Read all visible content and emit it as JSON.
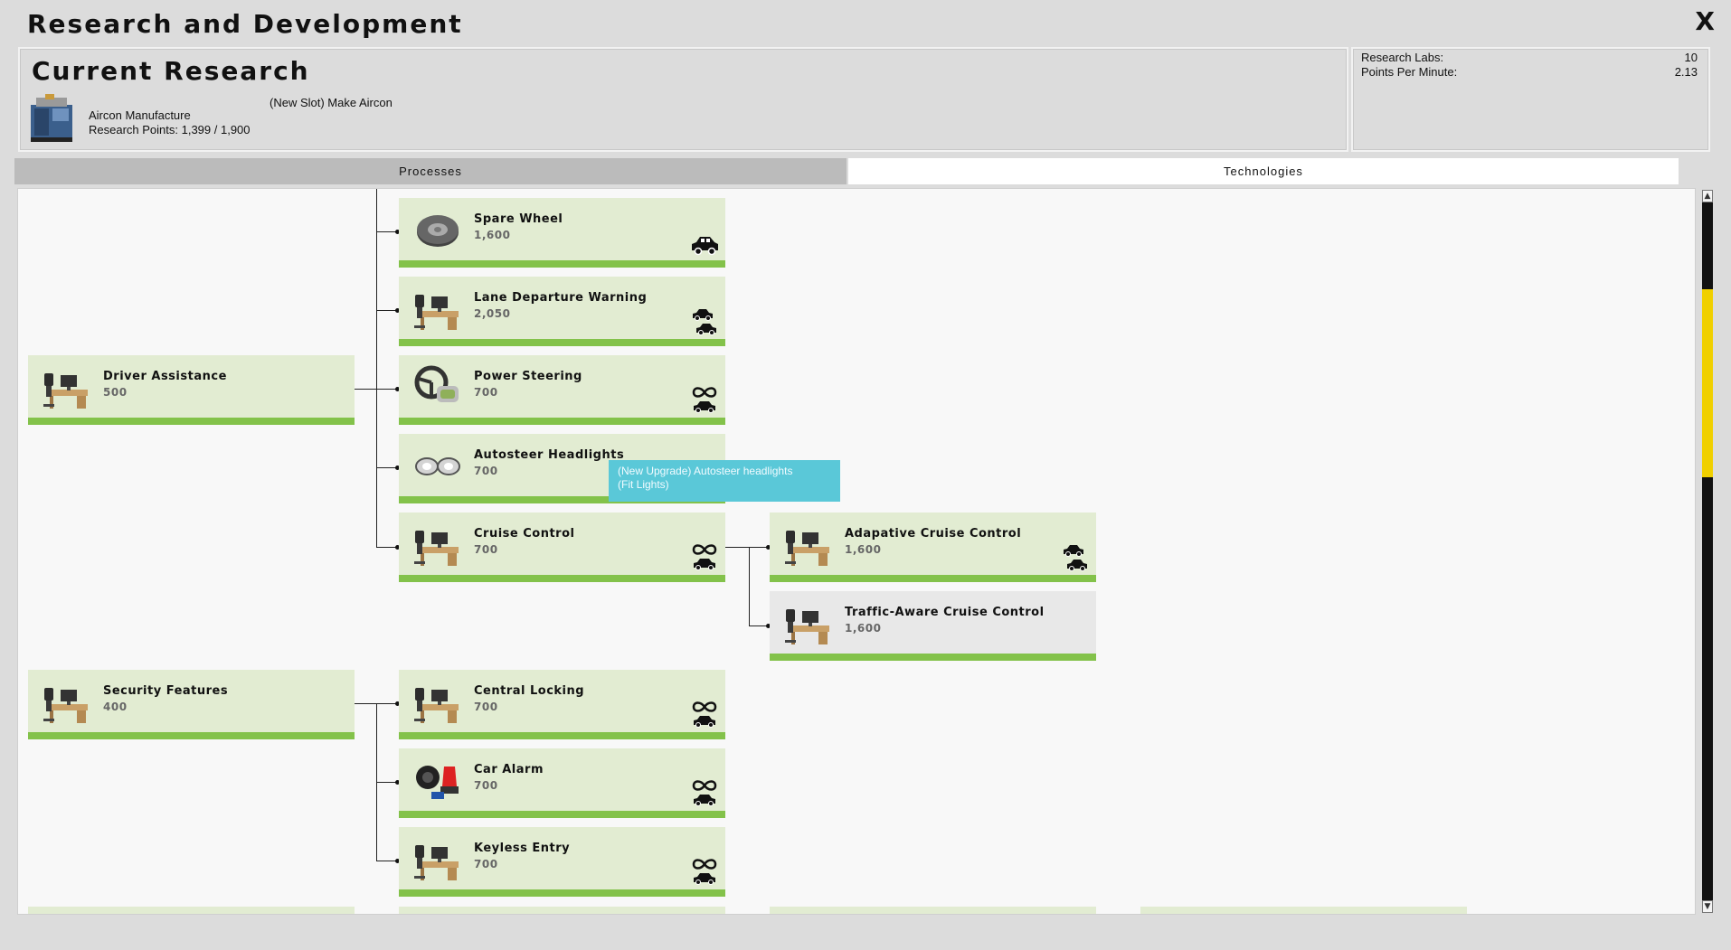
{
  "window": {
    "title": "Research and Development",
    "close_label": "X"
  },
  "current": {
    "heading": "Current Research",
    "item_name": "Aircon Manufacture",
    "points_label": "Research Points: 1,399 / 1,900",
    "slot_label": "(New Slot) Make Aircon",
    "progress": {
      "current": 1399,
      "total": 1900
    }
  },
  "stats": {
    "labs_label": "Research Labs:",
    "labs_value": "10",
    "ppm_label": "Points Per Minute:",
    "ppm_value": "2.13"
  },
  "tabs": {
    "processes": "Processes",
    "technologies": "Technologies",
    "active": "Technologies"
  },
  "nodes": {
    "spare_wheel": {
      "name": "Spare Wheel",
      "cost": "1,600",
      "icon": "tire-icon",
      "badge": "car-icon"
    },
    "lane_departure": {
      "name": "Lane Departure Warning",
      "cost": "2,050",
      "icon": "desk-icon",
      "badge": "two-cars-icon"
    },
    "driver_assistance": {
      "name": "Driver Assistance",
      "cost": "500",
      "icon": "desk-icon"
    },
    "power_steering": {
      "name": "Power Steering",
      "cost": "700",
      "icon": "steering-wheel-icon",
      "badge": "infinite-car-icon"
    },
    "autosteer_headlights": {
      "name": "Autosteer Headlights",
      "cost": "700",
      "icon": "headlights-icon"
    },
    "cruise_control": {
      "name": "Cruise Control",
      "cost": "700",
      "icon": "desk-icon",
      "badge": "infinite-car-icon"
    },
    "adaptive_cruise": {
      "name": "Adapative Cruise Control",
      "cost": "1,600",
      "icon": "desk-icon",
      "badge": "two-cars-icon"
    },
    "traffic_aware": {
      "name": "Traffic-Aware Cruise Control",
      "cost": "1,600",
      "icon": "desk-icon"
    },
    "security_features": {
      "name": "Security Features",
      "cost": "400",
      "icon": "desk-icon"
    },
    "central_locking": {
      "name": "Central Locking",
      "cost": "700",
      "icon": "desk-icon",
      "badge": "infinite-car-icon"
    },
    "car_alarm": {
      "name": "Car Alarm",
      "cost": "700",
      "icon": "siren-icon",
      "badge": "infinite-car-icon"
    },
    "keyless_entry": {
      "name": "Keyless Entry",
      "cost": "700",
      "icon": "desk-icon",
      "badge": "infinite-car-icon"
    }
  },
  "tooltip": {
    "line1": "(New Upgrade) Autosteer headlights",
    "line2": "(Fit Lights)"
  },
  "colors": {
    "node_bg": "#e2ecd2",
    "node_bar": "#83c24a",
    "tooltip_bg": "#5ac8d8",
    "scroll_thumb": "#f0d000"
  }
}
